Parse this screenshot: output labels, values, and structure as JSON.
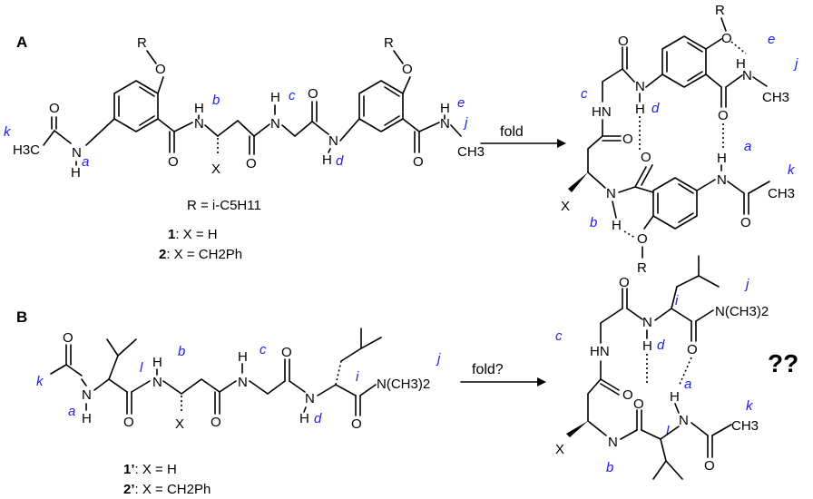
{
  "panels": {
    "a": "A",
    "b": "B"
  },
  "atoms": {
    "O": "O",
    "N": "N",
    "H": "H",
    "R": "R",
    "X": "X",
    "H3C": "H3C",
    "CH3": "CH3",
    "HN": "HN",
    "NCH32": "N(CH3)2"
  },
  "proton_labels": {
    "a": "a",
    "b": "b",
    "c": "c",
    "d": "d",
    "e": "e",
    "i": "i",
    "j": "j",
    "k": "k",
    "l": "l"
  },
  "captions": {
    "r_def": "R = i-C5H11",
    "c1_num": "1",
    "c1_text": ": X = H",
    "c2_num": "2",
    "c2_text": ": X = CH2Ph",
    "c1p_num": "1’",
    "c1p_text": ": X = H",
    "c2p_num": "2’",
    "c2p_text": ": X = CH2Ph"
  },
  "arrows": {
    "a": "fold",
    "b": "fold?"
  },
  "unknown": "??"
}
